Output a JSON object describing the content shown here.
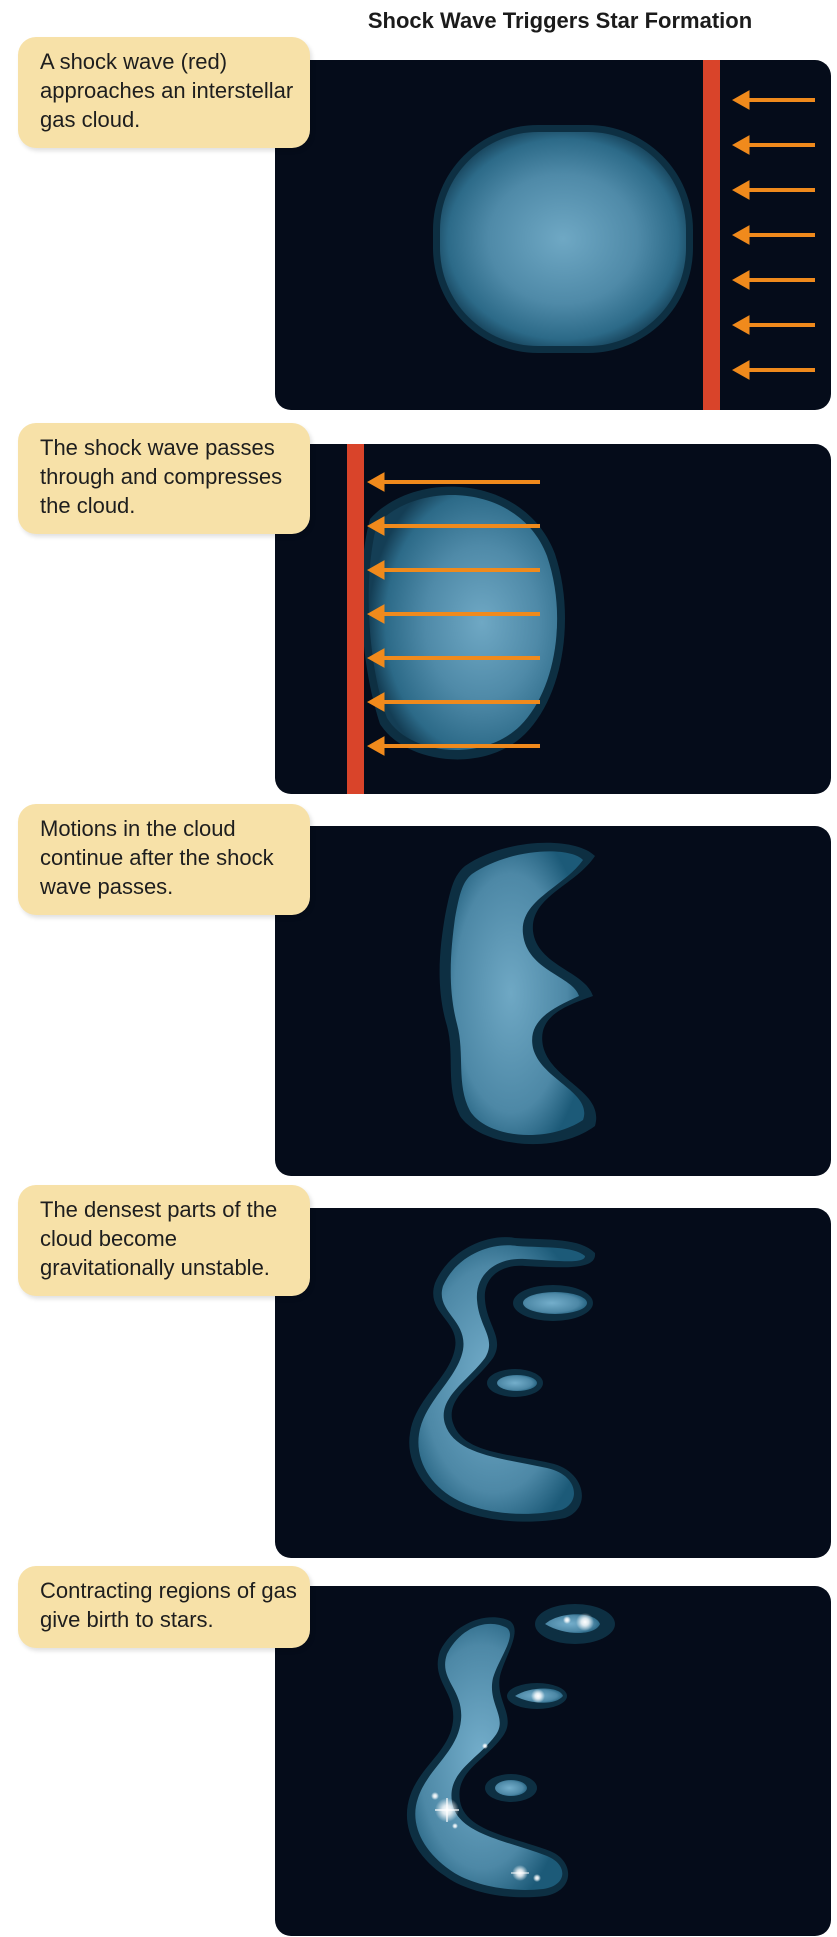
{
  "title": "Shock Wave Triggers Star Formation",
  "captions": [
    "A shock wave (red) approaches an interstellar gas cloud.",
    "The shock wave passes through and compresses the cloud.",
    "Motions in the cloud continue after the shock wave passes.",
    "The densest parts of the cloud become gravitationally unstable.",
    "Contracting regions of gas give birth to stars."
  ],
  "colors": {
    "panel_background": "#050c1a",
    "shock_wave": "#d9442a",
    "arrows": "#f08a1c",
    "cloud_core": "#6fa8c4",
    "cloud_edge": "#1c5a78",
    "callout": "#f7e1a8"
  }
}
